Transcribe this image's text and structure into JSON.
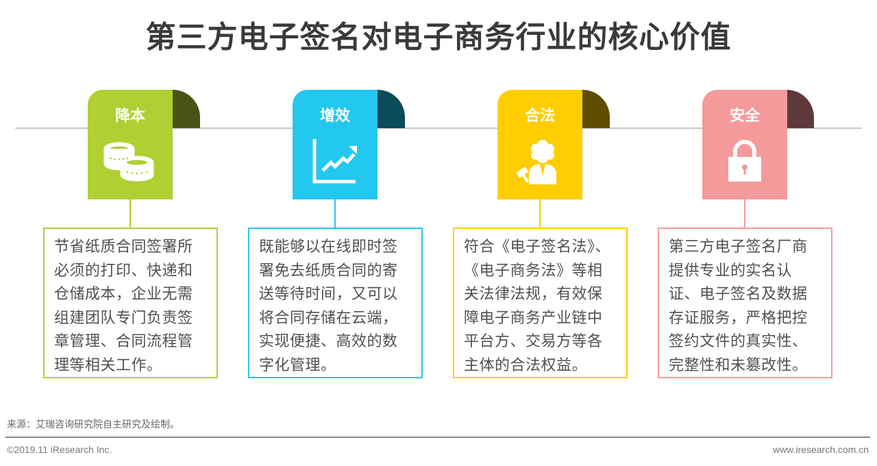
{
  "title": "第三方电子签名对电子商务行业的核心价值",
  "cards": [
    {
      "label": "降本",
      "icon": "coins-icon",
      "color": "#b0cf33",
      "flap_color": "#4a5418",
      "text": "节省纸质合同签署所必须的打印、快递和仓储成本，企业无需组建团队专门负责签章管理、合同流程管理等相关工作。"
    },
    {
      "label": "增效",
      "icon": "growth-chart-icon",
      "color": "#22c8f0",
      "flap_color": "#0b4b5a",
      "text": "既能够以在线即时签署免去纸质合同的寄送等待时间，又可以将合同存储在云端，实现便捷、高效的数字化管理。"
    },
    {
      "label": "合法",
      "icon": "judge-gavel-icon",
      "color": "#ffcd00",
      "flap_color": "#5f4d00",
      "text": "符合《电子签名法》、《电子商务法》等相关法律法规，有效保障电子商务产业链中平台方、交易方等各主体的合法权益。"
    },
    {
      "label": "安全",
      "icon": "padlock-icon",
      "color": "#f49a9a",
      "flap_color": "#5e3a38",
      "text": "第三方电子签名厂商提供专业的实名认证、电子签名及数据存证服务，严格把控签约文件的真实性、完整性和未篡改性。"
    }
  ],
  "footer": {
    "source": "来源：艾瑞咨询研究院自主研究及绘制。",
    "copyright": "©2019.11 iResearch Inc.",
    "website": "www.iresearch.com.cn"
  }
}
